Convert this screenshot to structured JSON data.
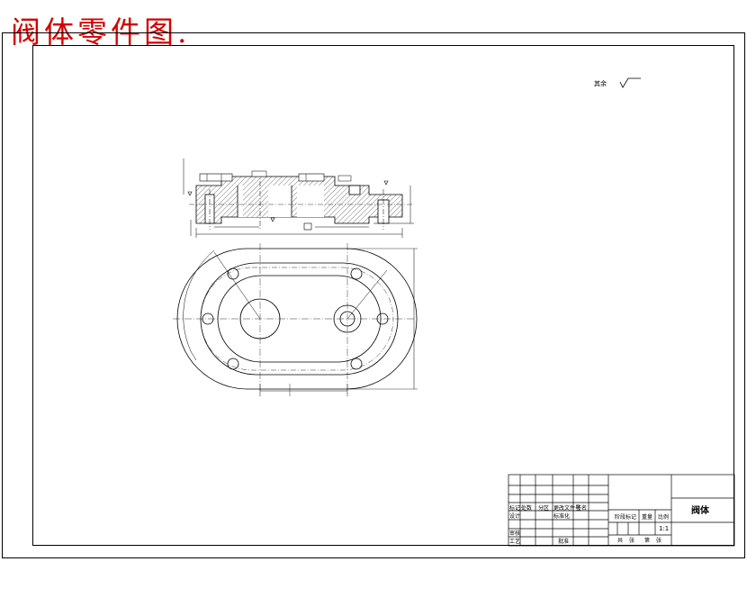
{
  "page_title": "阀体零件图.",
  "surface_note": "其余",
  "title_block": {
    "part_name": "阀体",
    "scale": "1:1",
    "labels": {
      "mark": "标记",
      "count": "处数",
      "zone": "分区",
      "change_doc": "更改文件号",
      "signature": "签名",
      "design": "设计",
      "standardization": "标准化",
      "review": "审核",
      "process": "工艺",
      "approve": "批准",
      "stage_mark": "阶段标记",
      "weight": "重量",
      "scale": "比例",
      "sheet_total": "共",
      "sheet": "张",
      "sheet_no": "第"
    }
  },
  "colors": {
    "title_red": "#d40000",
    "line": "#000000",
    "hatch": "#555555"
  }
}
